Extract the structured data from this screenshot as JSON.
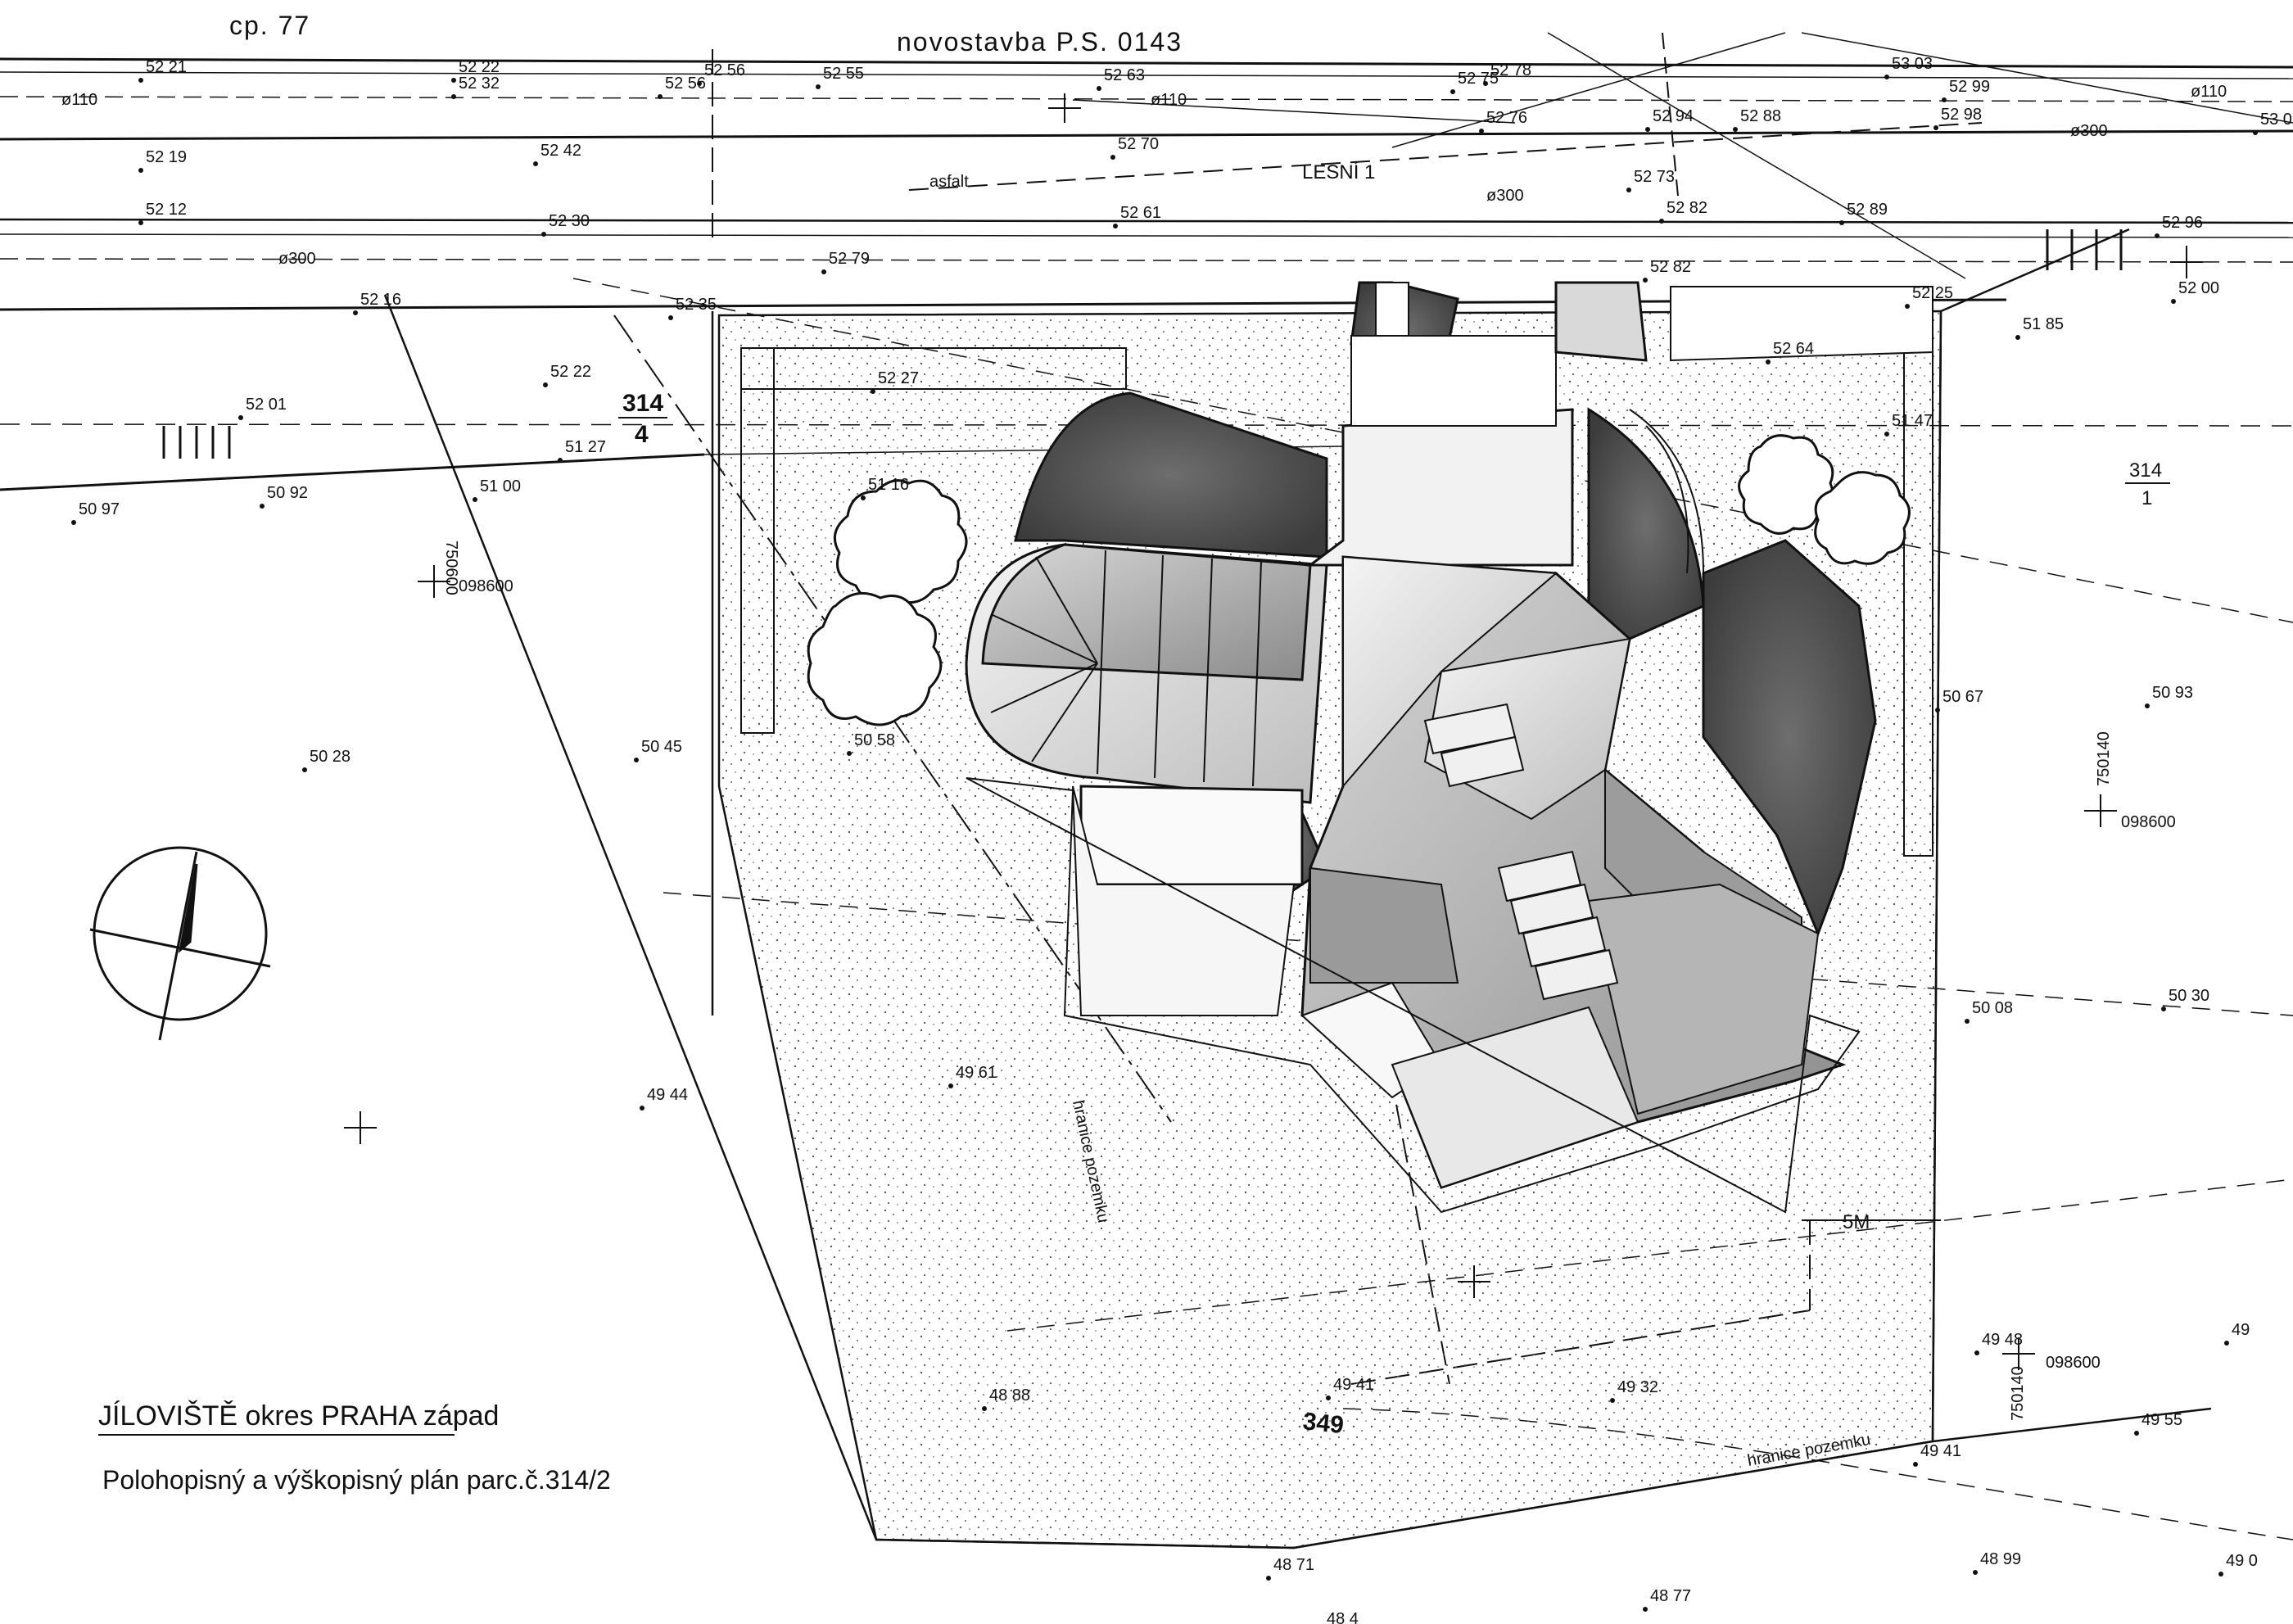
{
  "header": {
    "top_left_fragment": "cp. 77",
    "new_building": "novostavba  P.S. 0143",
    "street_name": "LESNÍ 1",
    "street_surface": "asfalt"
  },
  "parcels": {
    "left_num": "314",
    "left_den": "4",
    "right_num": "314",
    "right_den": "1",
    "road": "349"
  },
  "boundary_labels": [
    "hranice pozemku",
    "hranice pozemku"
  ],
  "distance_mark": "5M",
  "spot_heights": [
    "52 21",
    "52 22",
    "52 32",
    "52 56",
    "52 56",
    "52 55",
    "52 63",
    "52 75",
    "52 78",
    "52 76",
    "52 94",
    "53 03",
    "52 99",
    "52 98",
    "53 0",
    "52 19",
    "52 42",
    "52 70",
    "52 88",
    "52 12",
    "52 30",
    "52 61",
    "52 73",
    "52 82",
    "52 89",
    "52 96",
    "52 79",
    "52 82",
    "52 16",
    "52 35",
    "52 25",
    "52 00",
    "52 22",
    "52 27",
    "52 64",
    "51 85",
    "52 01",
    "51 27",
    "51 47",
    "50 97",
    "50 92",
    "51 00",
    "51 16",
    "50 28",
    "50 45",
    "50 58",
    "50 67",
    "50 93",
    "50 08",
    "50 30",
    "49 44",
    "49 61",
    "49 41",
    "48 88",
    "49 32",
    "49 48",
    "49",
    "49 55",
    "49 41",
    "48 71",
    "48 99",
    "49 0",
    "48 77",
    "48 4"
  ],
  "pipes": [
    "ø110",
    "ø110",
    "ø110",
    "ø300",
    "ø300",
    "ø300"
  ],
  "coordinates": [
    "750600",
    "098600",
    "750140",
    "098600",
    "750140",
    "098600"
  ],
  "caption": {
    "title": "JÍLOVIŠTĚ  okres  PRAHA  západ",
    "subtitle": "Polohopisný  a  výškopisný  plán  parc.č.314/2"
  }
}
